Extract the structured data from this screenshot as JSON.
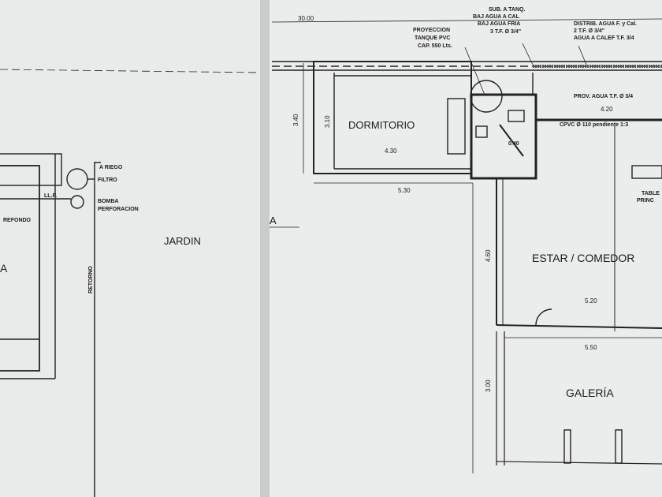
{
  "plan": {
    "overall_dim": "30.00",
    "section_marker": "A",
    "rooms": {
      "dormitorio": "DORMITORIO",
      "estar": "ESTAR / COMEDOR",
      "galeria": "GALERÍA",
      "jardin": "JARDIN"
    },
    "dims": {
      "d340": "3.40",
      "d310": "3.10",
      "d430": "4.30",
      "d530": "5.30",
      "d420": "4.20",
      "d460": "4.60",
      "d520": "5.20",
      "d550": "5.50",
      "d300": "3.00",
      "d040": "0.40"
    },
    "notes": {
      "tank": [
        "PROYECCION",
        "TANQUE PVC",
        "CAP. 550 Lts."
      ],
      "sub": [
        "SUB. A TANQ.",
        "BAJ AGUA A CAL",
        "BAJ AGUA FRIA",
        "3 T.F. Ø 3/4\""
      ],
      "distrib": [
        "DISTRIB. AGUA F. y Cal.",
        "2 T.F. Ø 3/4\"",
        "AGUA A CALEF T.F. 3/4"
      ],
      "prov": "PROV. AGUA T.F. Ø 3/4",
      "cpvc": "CPVC Ø 110 pendiente 1:3",
      "tablero": [
        "TABLE",
        "PRINC"
      ]
    },
    "pool": {
      "riego": "A RIEGO",
      "filtro": "FILTRO",
      "bomba": [
        "BOMBA",
        "PERFORACION"
      ],
      "llp": "LL.P.",
      "refondo": "REFONDO",
      "retorno": "RETORNO",
      "pool_label": "A"
    }
  }
}
